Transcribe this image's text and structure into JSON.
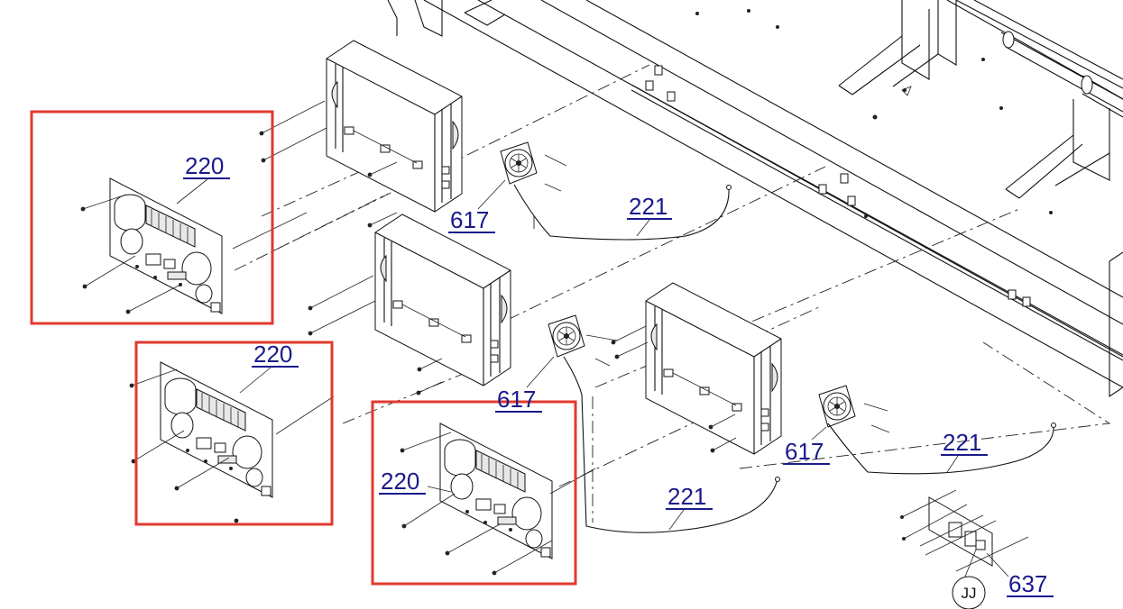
{
  "callouts": {
    "pcb_1": "220",
    "pcb_2": "220",
    "pcb_3": "220",
    "cable_1": "221",
    "cable_2": "221",
    "cable_3": "221",
    "fan_1": "617",
    "fan_2": "617",
    "fan_3": "617",
    "board_small": "637",
    "detail_ref": "JJ"
  },
  "colors": {
    "highlight_box": "#e03a2f",
    "callout_link": "#1a1a8c",
    "line": "#111111"
  }
}
